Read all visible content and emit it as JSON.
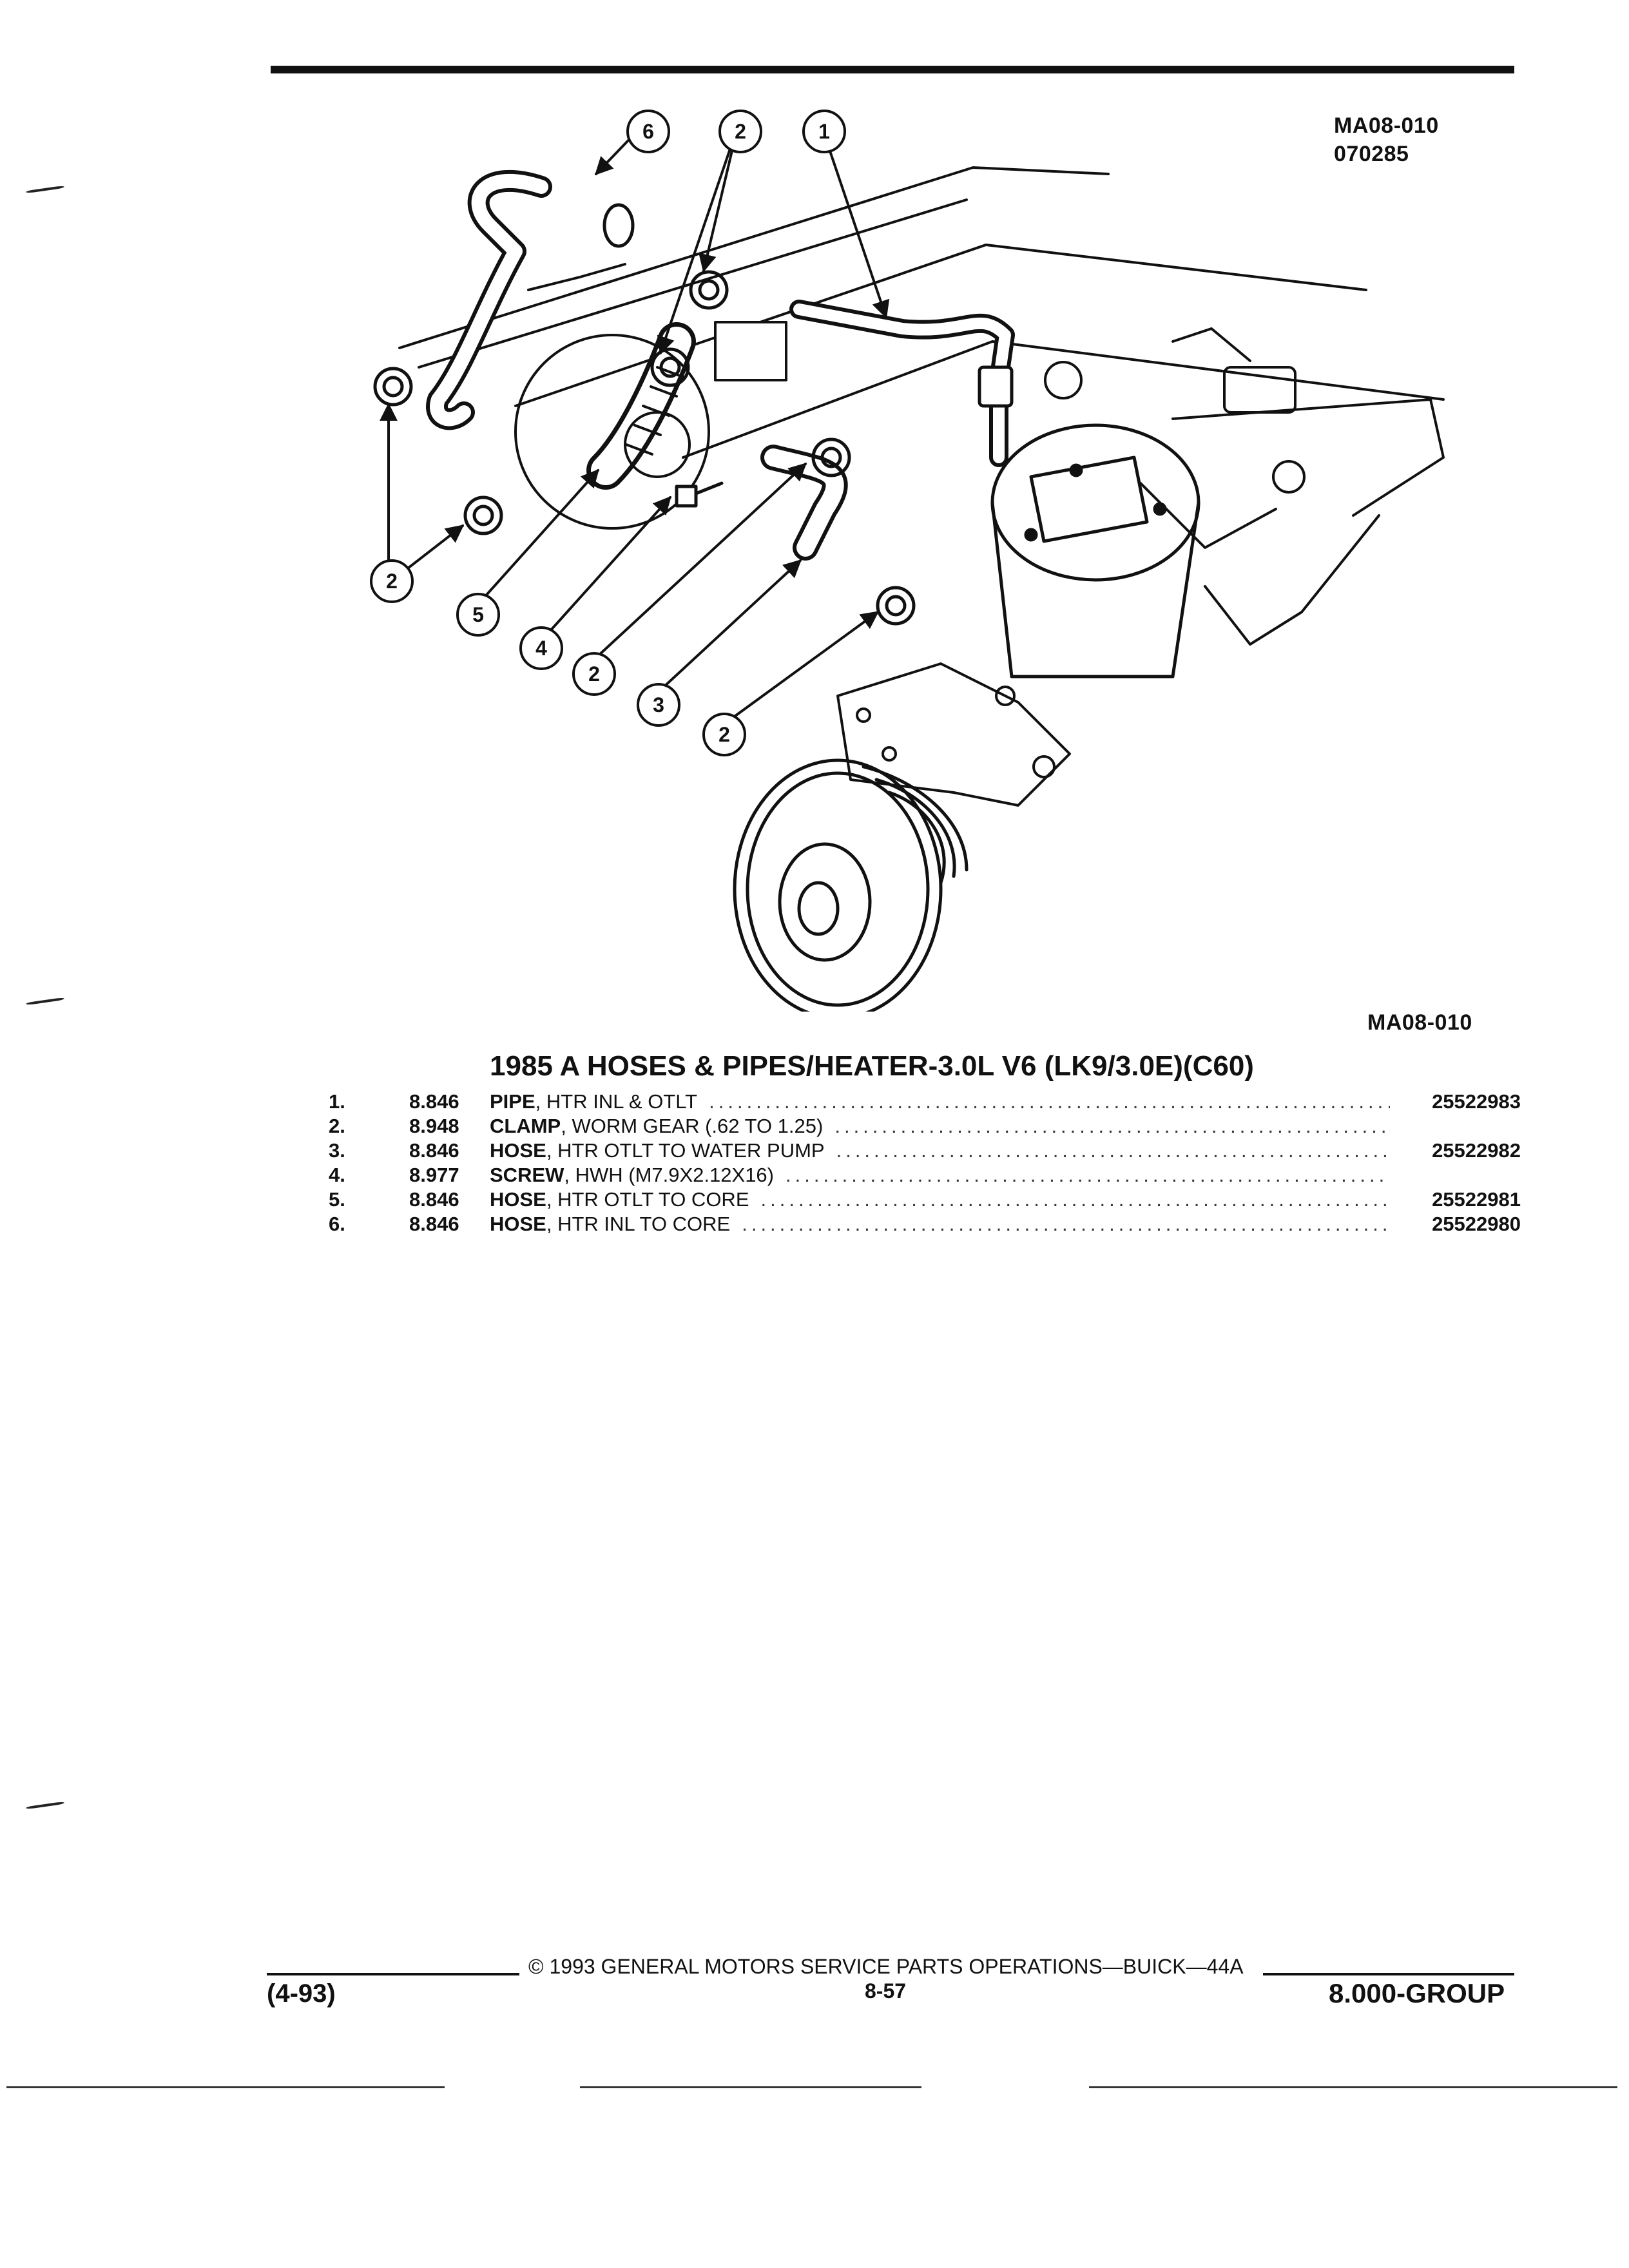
{
  "page": {
    "drawing_id_top": "MA08-010",
    "date_code": "070285",
    "drawing_id_bottom": "MA08-010"
  },
  "callouts": [
    "6",
    "2",
    "1",
    "2",
    "2",
    "5",
    "4",
    "2",
    "3",
    "2"
  ],
  "title": "1985 A HOSES & PIPES/HEATER-3.0L V6 (LK9/3.0E)(C60)",
  "parts": [
    {
      "num": "1.",
      "group": "8.846",
      "name": "PIPE",
      "desc": ", HTR INL & OTLT",
      "part_no": "25522983"
    },
    {
      "num": "2.",
      "group": "8.948",
      "name": "CLAMP",
      "desc": ", WORM GEAR (.62 TO 1.25)",
      "part_no": ""
    },
    {
      "num": "3.",
      "group": "8.846",
      "name": "HOSE",
      "desc": ", HTR OTLT TO WATER PUMP",
      "part_no": "25522982"
    },
    {
      "num": "4.",
      "group": "8.977",
      "name": "SCREW",
      "desc": ", HWH (M7.9X2.12X16)",
      "part_no": ""
    },
    {
      "num": "5.",
      "group": "8.846",
      "name": "HOSE",
      "desc": ", HTR OTLT TO CORE",
      "part_no": "25522981"
    },
    {
      "num": "6.",
      "group": "8.846",
      "name": "HOSE",
      "desc": ", HTR INL TO CORE",
      "part_no": "25522980"
    }
  ],
  "footer": {
    "copyright": "© 1993 GENERAL MOTORS SERVICE PARTS OPERATIONS—BUICK—44A",
    "revision": "(4-93)",
    "page_number": "8-57",
    "group": "8.000-GROUP"
  }
}
